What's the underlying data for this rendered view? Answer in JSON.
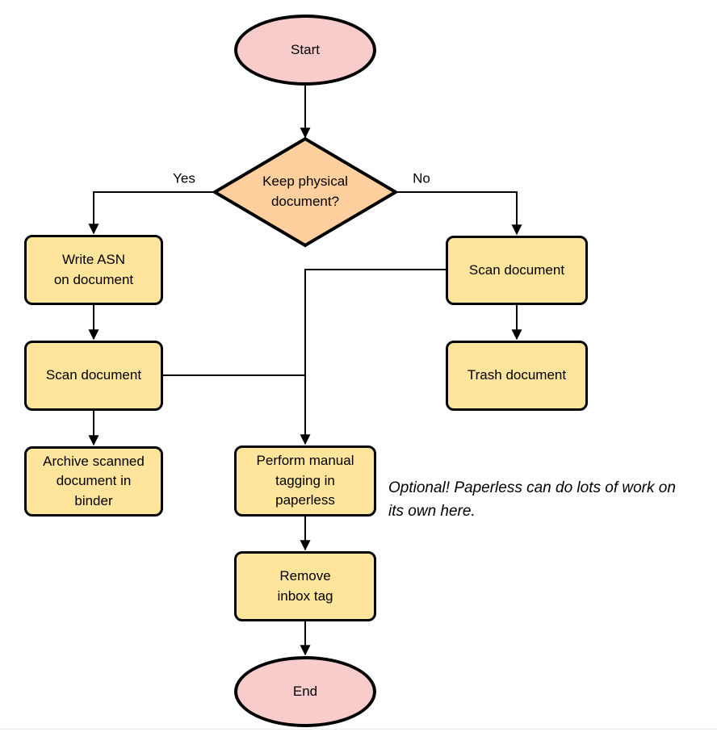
{
  "diagram": {
    "colors": {
      "terminal_fill": "#f8cccb",
      "decision_fill": "#ffd09e",
      "process_fill": "#ffe49c",
      "stroke": "#000000"
    },
    "nodes": {
      "start": {
        "label": "Start",
        "type": "terminal"
      },
      "decision": {
        "label": "Keep physical\ndocument?",
        "type": "decision"
      },
      "write_asn": {
        "label": "Write ASN\non document",
        "type": "process"
      },
      "scan_left": {
        "label": "Scan document",
        "type": "process"
      },
      "archive": {
        "label": "Archive scanned\ndocument in\nbinder",
        "type": "process"
      },
      "scan_right": {
        "label": "Scan document",
        "type": "process"
      },
      "trash": {
        "label": "Trash document",
        "type": "process"
      },
      "tagging": {
        "label": "Perform manual\ntagging in\npaperless",
        "type": "process"
      },
      "remove_inbox": {
        "label": "Remove\ninbox tag",
        "type": "process"
      },
      "end": {
        "label": "End",
        "type": "terminal"
      }
    },
    "edge_labels": {
      "yes": "Yes",
      "no": "No"
    },
    "annotation": "Optional! Paperless can do lots of work on\nits own here."
  }
}
